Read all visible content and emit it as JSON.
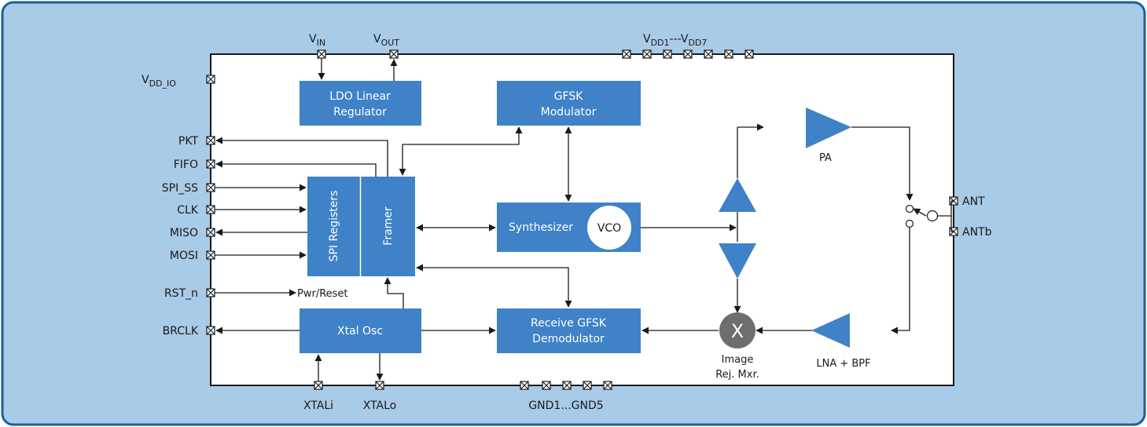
{
  "pins": {
    "vin": {
      "base": "V",
      "sub": "IN"
    },
    "vout": {
      "base": "V",
      "sub": "OUT"
    },
    "vdd": {
      "base1": "V",
      "sub1": "DD1",
      "sep": "---",
      "base2": "V",
      "sub2": "DD7"
    },
    "vddio": {
      "base": "V",
      "sub": "DD_IO"
    },
    "pkt": "PKT",
    "fifo": "FIFO",
    "spi_ss": "SPI_SS",
    "clk": "CLK",
    "miso": "MISO",
    "mosi": "MOSI",
    "rst_n": "RST_n",
    "brclk": "BRCLK",
    "ant": "ANT",
    "antb": "ANTb",
    "xtali": "XTALi",
    "xtalo": "XTALo",
    "gnd": "GND1...GND5"
  },
  "blocks": {
    "ldo": [
      "LDO Linear",
      "Regulator"
    ],
    "gfsk_mod": [
      "GFSK",
      "Modulator"
    ],
    "spi_registers": "SPI Registers",
    "framer": "Framer",
    "synthesizer": "Synthesizer",
    "vco": "VCO",
    "xtal_osc": "Xtal Osc",
    "rx_demod": [
      "Receive GFSK",
      "Demodulator"
    ]
  },
  "labels": {
    "pwr_reset": "Pwr/Reset",
    "pa": "PA",
    "lna": "LNA + BPF",
    "image_mixer": [
      "Image",
      "Rej. Mxr."
    ],
    "mixer_symbol": "X"
  },
  "colors": {
    "panel_bg": "#a8cbe8",
    "panel_border": "#1f5f96",
    "block_fill": "#3f82c7",
    "chip_fill": "#ffffff",
    "mixer_fill": "#6e6e6e",
    "line": "#1a1a1a"
  }
}
